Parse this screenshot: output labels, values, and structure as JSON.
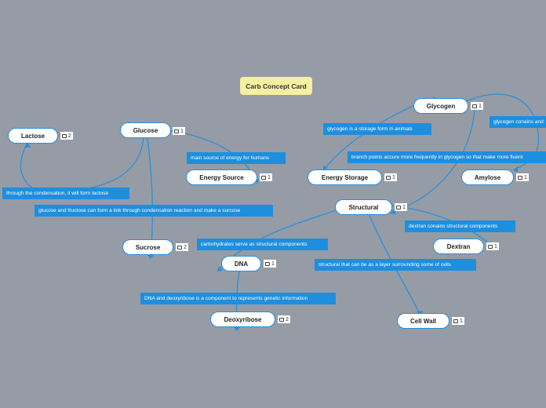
{
  "title": "Carb Concept Card",
  "nodes": {
    "lactose": {
      "label": "Lactose",
      "count": "2"
    },
    "glucose": {
      "label": "Glucose",
      "count": "1"
    },
    "energy_source": {
      "label": "Energy Source",
      "count": "1"
    },
    "sucrose": {
      "label": "Sucrose",
      "count": "2"
    },
    "dna": {
      "label": "DNA",
      "count": "1"
    },
    "deoxyribose": {
      "label": "Deoxyribose",
      "count": "2"
    },
    "glycogen": {
      "label": "Glycogen",
      "count": "1"
    },
    "energy_storage": {
      "label": "Energy Storage",
      "count": "1"
    },
    "amylose": {
      "label": "Amylose",
      "count": "1"
    },
    "structural": {
      "label": "Structural",
      "count": "1"
    },
    "dextran": {
      "label": "Dextran",
      "count": "1"
    },
    "cell_wall": {
      "label": "Cell Wall",
      "count": "1"
    }
  },
  "labels": {
    "condensation_lactose": "through the condensation, it will form lactose",
    "energy_humans": "main source of energy for humans",
    "sucrose_link": "glucose and fructose can form a link through condensation reaction and make a surcose",
    "carb_structural": "carbohydrates serve as structural components",
    "dna_deoxyribose": "DNA and deoxyribose is a component to represents genetic information",
    "glycogen_storage": "glycogen is a storage form in animals",
    "glycogen_amylose": "glycogen conains and",
    "branch_points": "branch points accure more frequently in glycogen so that make more fluent",
    "dextran_structural": "dextran conains structural components",
    "cell_wall_layer": "structural that can be as a layer surrounding some of cells"
  }
}
